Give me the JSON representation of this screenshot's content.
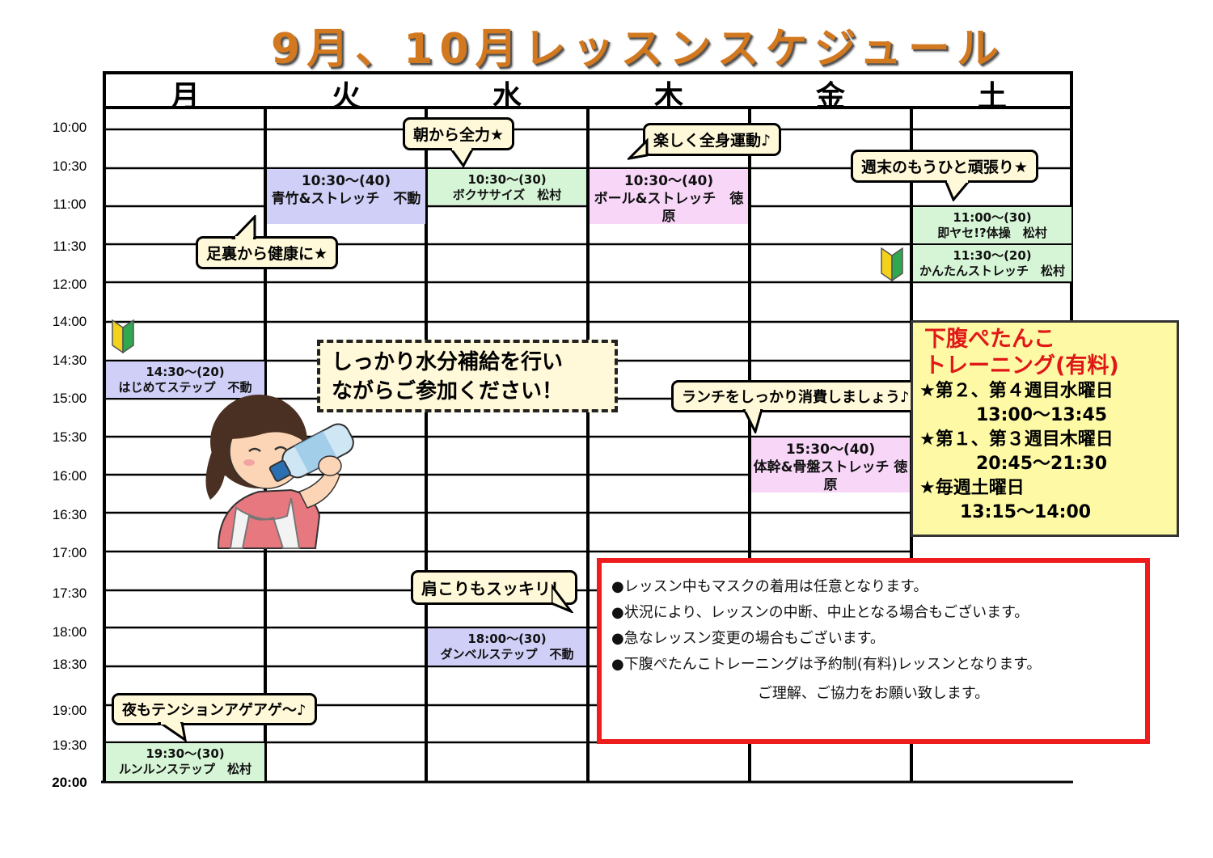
{
  "title": "9月、10月レッスンスケジュール",
  "days": [
    "月",
    "火",
    "水",
    "木",
    "金",
    "土"
  ],
  "times": [
    "10:00",
    "10:30",
    "11:00",
    "11:30",
    "12:00",
    "14:00",
    "14:30",
    "15:00",
    "15:30",
    "16:00",
    "16:30",
    "17:00",
    "17:30",
    "18:00",
    "18:30",
    "19:00",
    "19:30",
    "20:00"
  ],
  "lessons": {
    "tue_1030": {
      "time": "10:30～(40)",
      "name": "青竹&ストレッチ　不動"
    },
    "wed_1030": {
      "time": "10:30～(30)",
      "name": "ボクササイズ　松村"
    },
    "thu_1030": {
      "time": "10:30～(40)",
      "name": "ボール&ストレッチ　徳原"
    },
    "sat_1100": {
      "time": "11:00～(30)",
      "name": "即ヤセ!?体操　松村"
    },
    "sat_1130": {
      "time": "11:30～(20)",
      "name": "かんたんストレッチ　松村"
    },
    "mon_1430": {
      "time": "14:30～(20)",
      "name": "はじめてステップ　不動"
    },
    "fri_1530": {
      "time": "15:30～(40)",
      "name": "体幹&骨盤ストレッチ 徳原"
    },
    "wed_1800": {
      "time": "18:00～(30)",
      "name": "ダンベルステップ　不動"
    },
    "mon_1930": {
      "time": "19:30～(30)",
      "name": "ルンルンステップ　松村"
    }
  },
  "bubbles": {
    "wed": "朝から全力★",
    "thu": "楽しく全身運動♪",
    "sat": "週末のもうひと頑張り★",
    "tue": "足裏から健康に★",
    "fri": "ランチをしっかり消費しましょう♪",
    "wed_evening": "肩こりもスッキリ！",
    "mon_evening": "夜もテンションアゲアゲ～♪"
  },
  "notice": {
    "line1": "しっかり水分補給を行い",
    "line2": "ながらご参加ください！"
  },
  "promo": {
    "title1": "下腹ぺたんこ",
    "title2": "トレーニング(有料)",
    "line1": "★第２、第４週目水曜日",
    "time1": "13:00～13:45",
    "line2": "★第１、第３週目木曜日",
    "time2": "20:45～21:30",
    "line3": "★毎週土曜日",
    "time3": "13:15～14:00"
  },
  "info": {
    "line1": "●レッスン中もマスクの着用は任意となります。",
    "line2": "●状況により、レッスンの中断、中止となる場合もございます。",
    "line3": "●急なレッスン変更の場合もございます。",
    "line4": "●下腹ぺたんこトレーニングは予約制(有料)レッスンとなります。",
    "line5": "ご理解、ご協力をお願い致します。"
  },
  "colors": {
    "title": "#d2781f",
    "lesson_purple": "#cfcff7",
    "lesson_green": "#d6f5d6",
    "lesson_pink": "#f8d6f8",
    "bubble": "#fff9d9",
    "promo_bg": "#fdf9a4",
    "promo_title": "#e01818",
    "info_border": "#ee1c1c"
  },
  "icons": {
    "beginner": "beginner-mark-icon",
    "illustration": "woman-drinking-water-illustration"
  }
}
